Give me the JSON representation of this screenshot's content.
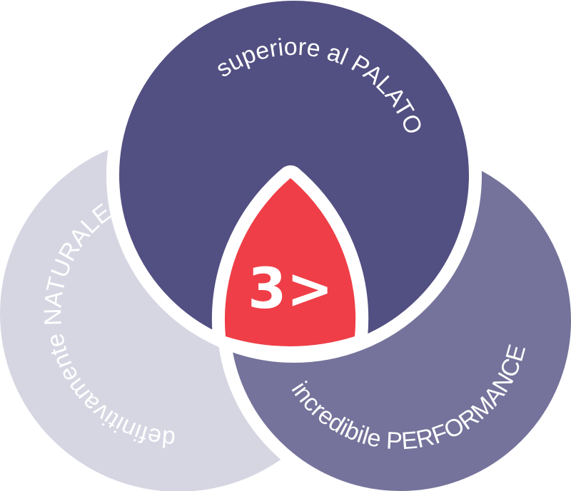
{
  "colors": {
    "natural": "#D6D6E3",
    "performance": "#75739B",
    "palate": "#524F82",
    "center": "#EF3E47",
    "text": "#FFFFFF"
  },
  "circles": {
    "top": {
      "label": "superiore al PALATO"
    },
    "left": {
      "label": "definitivamente NATURALE"
    },
    "right": {
      "label": "incredibile PERFORMANCE"
    }
  },
  "center": {
    "logo": "3>"
  }
}
